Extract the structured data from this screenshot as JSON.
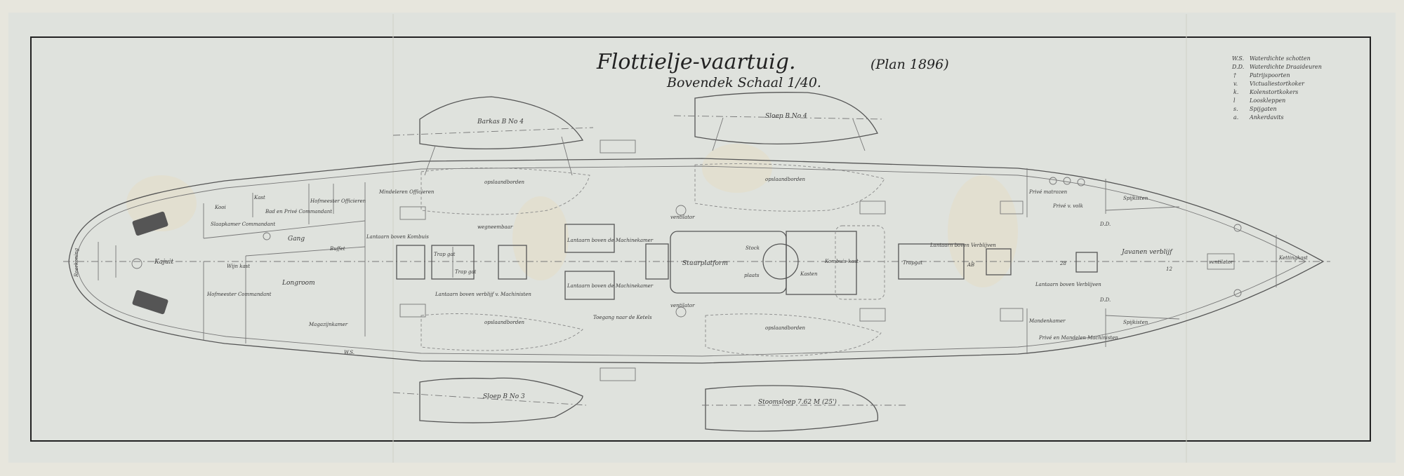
{
  "title": "Flottielje-vaartuig.",
  "plan": "(Plan 1896)",
  "subtitle": "Bovendek  Schaal 1/40.",
  "legend": [
    {
      "key": "W.S.",
      "text": "Waterdichte schotten"
    },
    {
      "key": "D.D.",
      "text": "Waterdichte Draaideuren"
    },
    {
      "key": "†",
      "text": "Patrijspoorten"
    },
    {
      "key": "v.",
      "text": "Victualiestortkoker"
    },
    {
      "key": "k.",
      "text": "Kolenstortkokers"
    },
    {
      "key": "l",
      "text": "Looskleppen"
    },
    {
      "key": "s.",
      "text": "Spijgaten"
    },
    {
      "key": "a.",
      "text": "Ankerdavits"
    }
  ],
  "boats": {
    "top_left": "Barkas B No 4",
    "top_right": "Sloep B No 4",
    "bottom_left": "Sloep B No 3",
    "bottom_right": "Stoomsloep 7.62 M (25')"
  },
  "rooms": {
    "kajuit": "Kajuit",
    "kooi": "Kooi",
    "kast": "Kast",
    "slaapkamer": "Slaapkamer Commandant",
    "bad": "Bad en Privé Commandant",
    "hofmeester_off": "Hofmeester Officieren",
    "mindere_off": "Mindeleren Officieren",
    "gang": "Gang",
    "buffet": "Buffet",
    "hofmeester_cmd": "Hofmeester Commandant",
    "longroom": "Longroom",
    "wijnkast": "Wijn kast",
    "magazijn": "Magazijnkamer",
    "lantaarn_kombuis": "Lantaarn boven Kombuis",
    "trap1": "Trap gat",
    "trap2": "Trap gat",
    "lantaarn_verblijf": "Lantaarn boven verblijf v. Machinisten",
    "lantaarn_mach1": "Lantaarn boven de Machinekamer",
    "lantaarn_mach2": "Lantaarn boven de Machinekamer",
    "opslaanbord_tl": "opslaandborden",
    "opslaanbord_tr": "opslaandborden",
    "opslaanbord_bl": "opslaandborden",
    "opslaanbord_br": "opslaandborden",
    "wegneembaar": "wegneembaar",
    "toegang": "Toegang naar de Ketels",
    "stuurhuis": "Stuurplatform",
    "stock": "Stock",
    "plaats": "plaats",
    "kasten": "Kasten",
    "kombuis": "Kombuis-kast",
    "trapgat": "Trapgat",
    "lantaarn_verblijf2": "Lantaarn boven Verblijven",
    "lantaarn_verblijf3": "Lantaarn boven Verblijven",
    "javanen": "Javanen verblijf",
    "ventilator": "ventilator",
    "ventilator_top": "ventilator",
    "ventilator_bot": "ventilator",
    "prive_matrozen": "Privé matrozen",
    "prive_volk": "Privé v. volk",
    "spijkisten_top": "Spijkisten",
    "spijkisten_bot": "Spijkisten",
    "prive_machinisten": "Privé en Mandelen Machinisten",
    "mandenkamer": "Mandenkamer",
    "kettingbak": "Kettingkast",
    "roerkoning": "Roerkoning"
  },
  "marks": {
    "ws": "W.S.",
    "dd": "D.D.",
    "num": "28",
    "num2": "12",
    "ab": "AB"
  }
}
